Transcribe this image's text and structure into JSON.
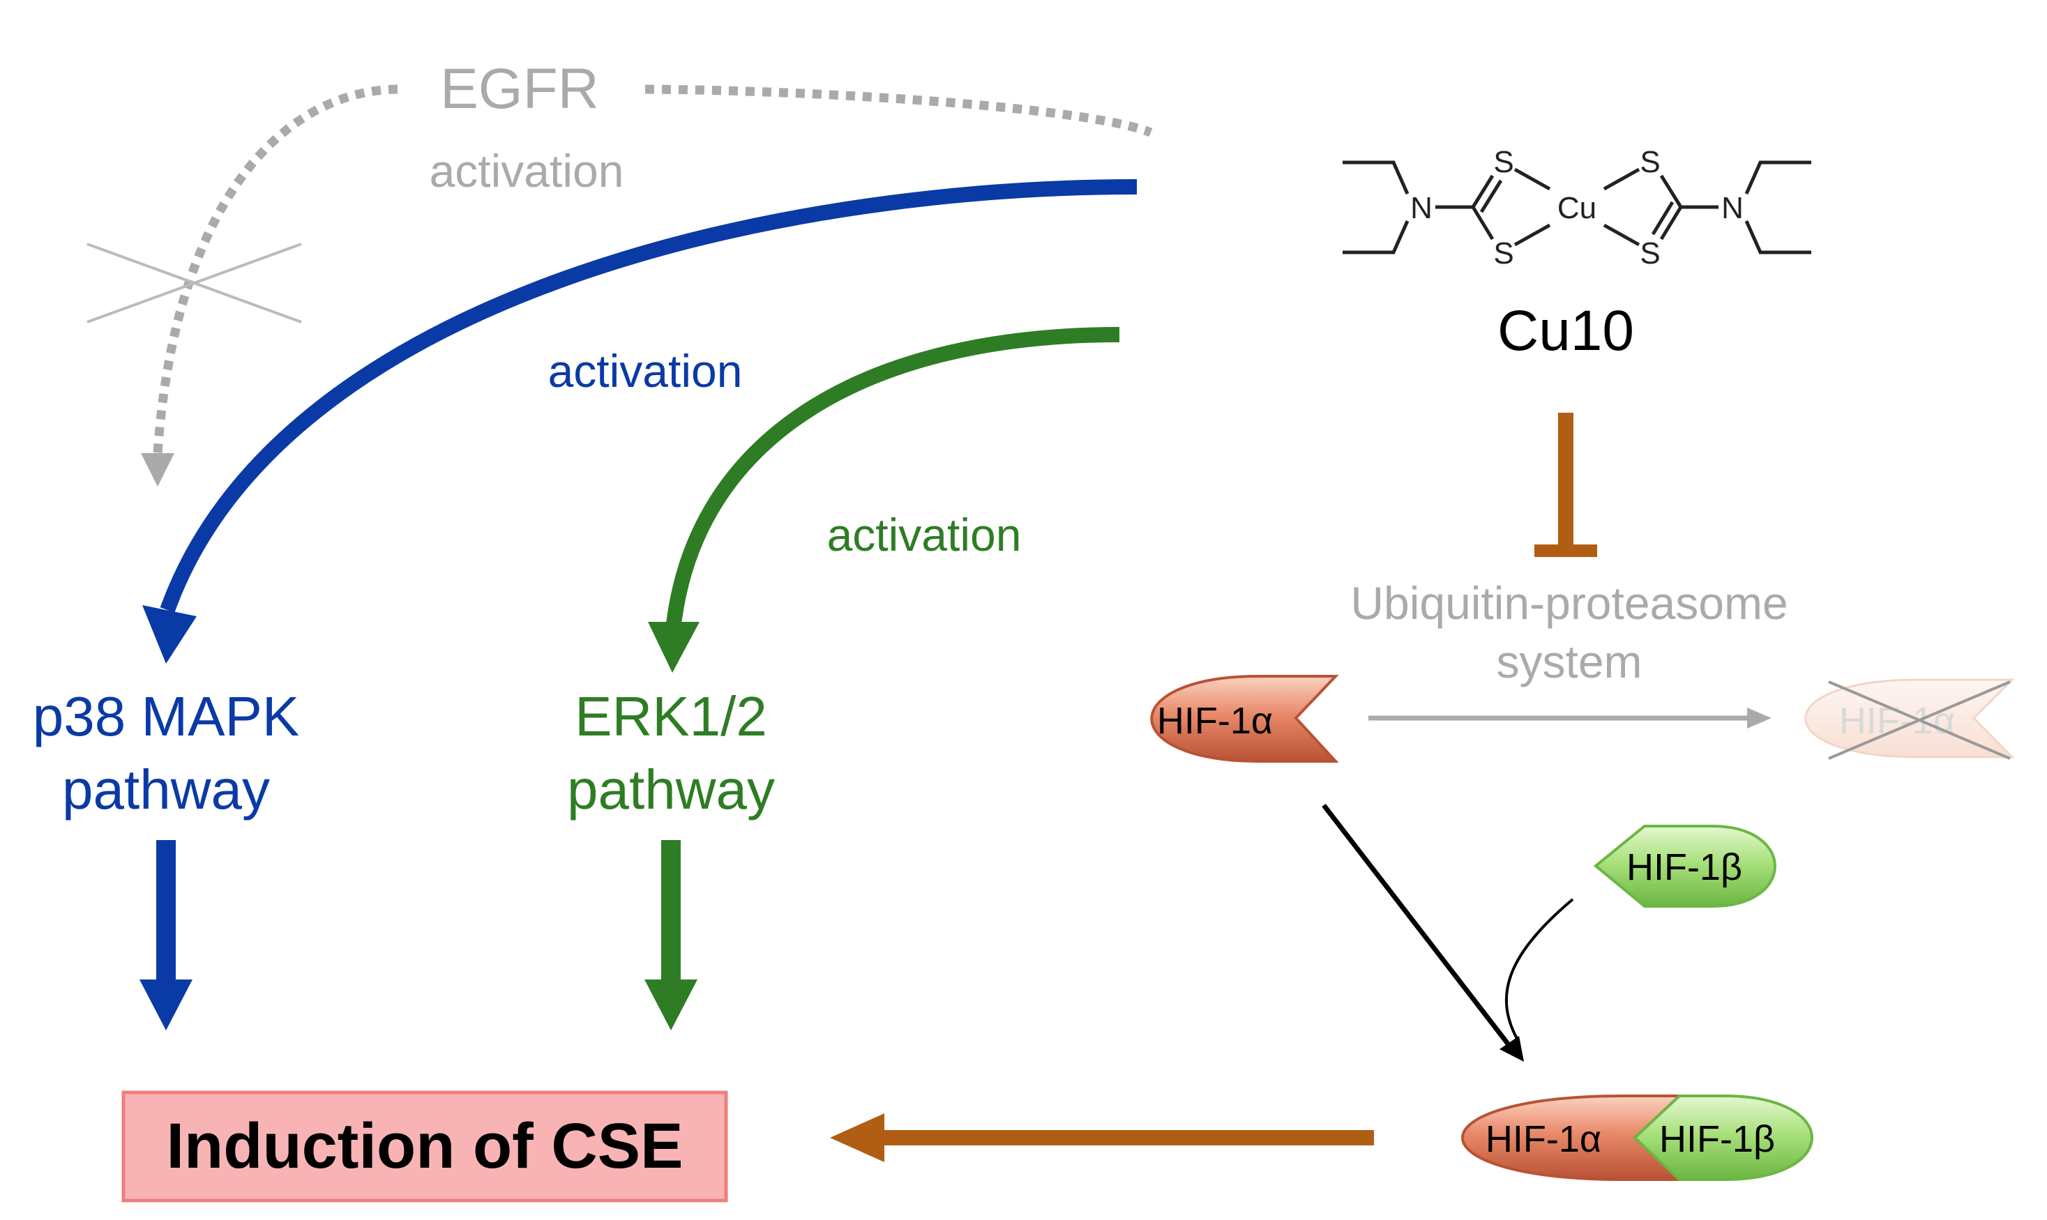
{
  "colors": {
    "blue": "#0a3aa6",
    "green": "#2e7d24",
    "gray": "#aaaaaa",
    "brown": "#b05e14",
    "black": "#000000",
    "hif1a_fill": "#e8896a",
    "hif1b_fill": "#a9e07c",
    "cse_fill": "#f8b4b4",
    "cse_border": "#ee7f7f"
  },
  "egfr": {
    "label": "EGFR",
    "sub_label": "activation"
  },
  "p38": {
    "activation_label": "activation",
    "line1": "p38 MAPK",
    "line2": "pathway"
  },
  "erk": {
    "activation_label": "activation",
    "line1": "ERK1/2",
    "line2": "pathway"
  },
  "compound": {
    "name": "Cu10",
    "atoms": {
      "s": "S",
      "n": "N",
      "cu": "Cu"
    }
  },
  "ups": {
    "line1": "Ubiquitin-proteasome",
    "line2": "system"
  },
  "hif": {
    "alpha": "HIF-1α",
    "beta": "HIF-1β",
    "degraded_alpha": "HIF-1α",
    "complex_alpha": "HIF-1α",
    "complex_beta": "HIF-1β"
  },
  "outcome": {
    "label": "Induction of CSE"
  }
}
